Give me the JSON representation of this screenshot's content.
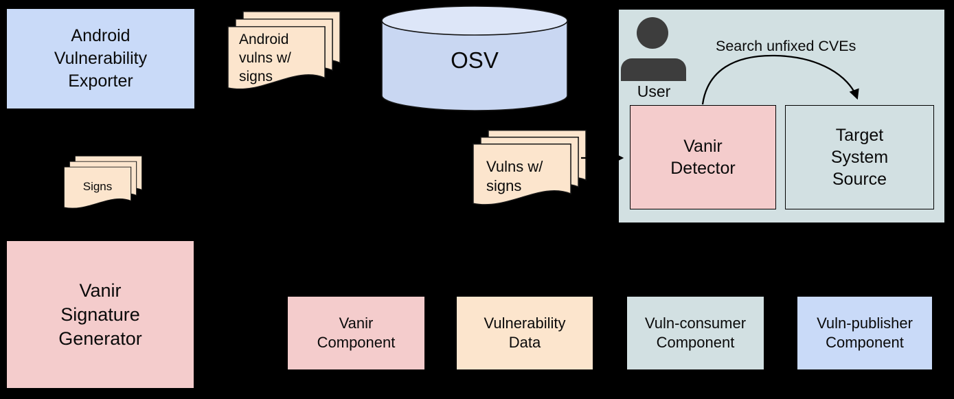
{
  "diagram": {
    "exporter": "Android\nVulnerability\nExporter",
    "android_vulns": "Android\nvulns w/\nsigns",
    "osv": "OSV",
    "user": "User",
    "search_cves": "Search unfixed CVEs",
    "vanir_detector": "Vanir\nDetector",
    "target_source": "Target\nSystem\nSource",
    "signs": "Signs",
    "vulns": "Vulns w/\nsigns",
    "signature_generator": "Vanir\nSignature\nGenerator"
  },
  "legend": {
    "vanir": "Vanir\nComponent",
    "vuln_data": "Vulnerability\nData",
    "consumer": "Vuln-consumer\nComponent",
    "publisher": "Vuln-publisher\nComponent"
  },
  "colors": {
    "background": "#000000",
    "vanir_component": "#f4cccc",
    "vulnerability_data": "#fce5cd",
    "vuln_consumer": "#d2e0e2",
    "vuln_publisher": "#c9daf8",
    "cylinder_body": "#c9d7f2",
    "cylinder_top": "#dde6f8",
    "user_icon": "#3d3d3d",
    "arrow": "#000000"
  }
}
